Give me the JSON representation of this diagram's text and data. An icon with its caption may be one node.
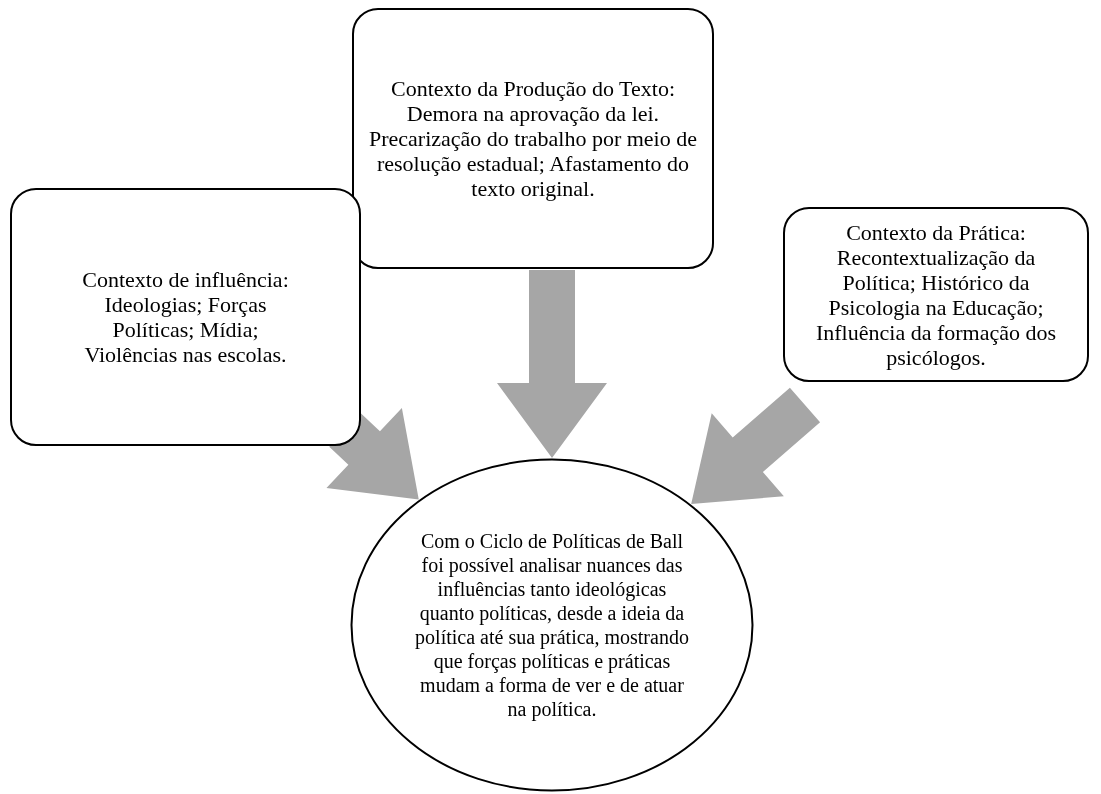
{
  "diagram": {
    "nodes": [
      {
        "text": [
          "Contexto da Produção do Texto: Demora na aprovação da lei. Precarização do trabalho por meio de resolução estadual; Afastamento do texto original."
        ]
      },
      {
        "text": [
          "Contexto de influência: Ideologias; Forças Políticas; Mídia; Violências nas escolas."
        ]
      },
      {
        "text": [
          "Contexto da Prática: Recontextualização da Política; Histórico da Psicologia na Educação; Influência da formação dos psicólogos."
        ]
      },
      {
        "text": [
          "Com o Ciclo de Políticas de Ball foi possível analisar nuances das influências tanto ideológicas quanto políticas, desde a ideia da política até sua prática, mostrando que forças políticas e práticas mudam a forma de ver e de atuar na política."
        ]
      }
    ],
    "edges": [
      {
        "from": 0,
        "to": 3,
        "arrow": "to"
      },
      {
        "from": 1,
        "to": 3,
        "arrow": "to"
      },
      {
        "from": 2,
        "to": 3,
        "arrow": "to"
      }
    ]
  }
}
